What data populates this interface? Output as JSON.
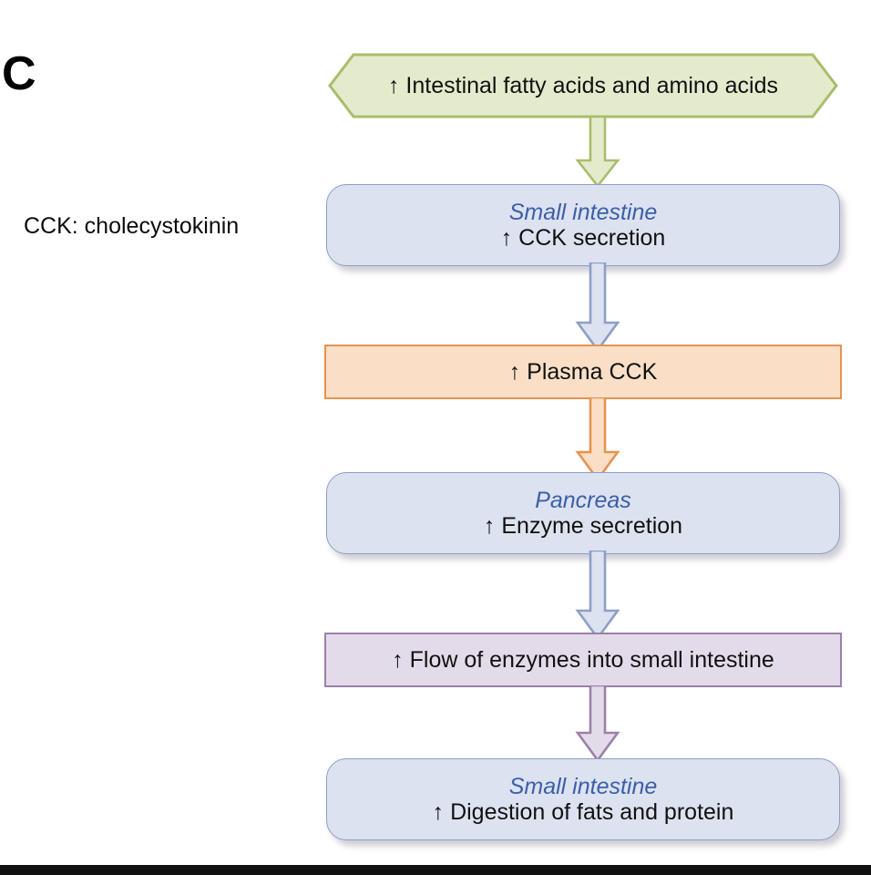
{
  "figure": {
    "panel_label": "C",
    "abbreviation_note": "CCK: cholecystokinin"
  },
  "colors": {
    "green_fill": "#e4ebcd",
    "green_border": "#a9bd6d",
    "blue_fill": "#dde2f0",
    "blue_border": "#8d9ec6",
    "blue_text": "#3a5fa8",
    "orange_fill": "#fadfc6",
    "orange_border": "#e59350",
    "purple_fill": "#e4dbea",
    "purple_border": "#9b80a9",
    "body_text": "#111111",
    "bottom_bar": "#111111"
  },
  "flow": {
    "nodes": [
      {
        "id": "stimulus",
        "shape": "hexagon",
        "color": "green",
        "text": "↑ Intestinal fatty acids and amino acids"
      },
      {
        "id": "small-intestine-cck",
        "shape": "rounded-rect",
        "color": "blue",
        "organ": "Small intestine",
        "text": "↑ CCK secretion"
      },
      {
        "id": "plasma-cck",
        "shape": "rect",
        "color": "orange",
        "text": "↑ Plasma CCK"
      },
      {
        "id": "pancreas-enzyme",
        "shape": "rounded-rect",
        "color": "blue",
        "organ": "Pancreas",
        "text": "↑ Enzyme secretion"
      },
      {
        "id": "enzyme-flow",
        "shape": "rect",
        "color": "purple",
        "text": "↑ Flow of enzymes into small intestine"
      },
      {
        "id": "small-intestine-digestion",
        "shape": "rounded-rect",
        "color": "blue",
        "organ": "Small intestine",
        "text": "↑ Digestion of fats and protein"
      }
    ],
    "arrows": [
      {
        "id": "arrow-stimulus-to-intestine",
        "from": "stimulus",
        "to": "small-intestine-cck",
        "direction": "down",
        "color": "green"
      },
      {
        "id": "arrow-intestine-to-plasma",
        "from": "small-intestine-cck",
        "to": "plasma-cck",
        "direction": "down",
        "color": "blue"
      },
      {
        "id": "arrow-plasma-to-pancreas",
        "from": "plasma-cck",
        "to": "pancreas-enzyme",
        "direction": "down",
        "color": "orange"
      },
      {
        "id": "arrow-pancreas-to-flow",
        "from": "pancreas-enzyme",
        "to": "enzyme-flow",
        "direction": "down",
        "color": "blue"
      },
      {
        "id": "arrow-flow-to-digestion",
        "from": "enzyme-flow",
        "to": "small-intestine-digestion",
        "direction": "down",
        "color": "purple"
      }
    ]
  }
}
